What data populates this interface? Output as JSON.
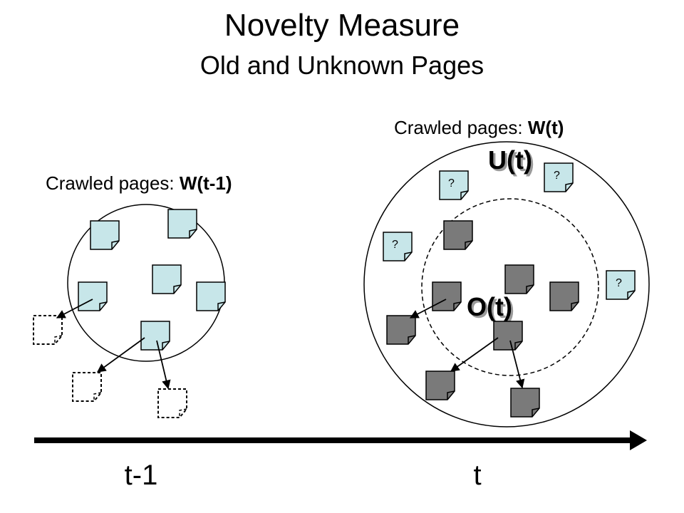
{
  "title": "Novelty Measure",
  "subtitle": "Old and Unknown Pages",
  "left": {
    "caption_prefix": "Crawled pages: ",
    "caption_set": "W(t-1)"
  },
  "right": {
    "caption_prefix": "Crawled pages: ",
    "caption_set": "W(t)",
    "unknown_label": "U(t)",
    "old_label": "O(t)",
    "unknown_marker": "?"
  },
  "timeline": {
    "label_prev": "t-1",
    "label_now": "t"
  },
  "colors": {
    "crawled_page": "#c7e6e9",
    "old_page": "#7a7a7a",
    "label_shadow": "#9a9a9a",
    "arrow": "#000000"
  }
}
